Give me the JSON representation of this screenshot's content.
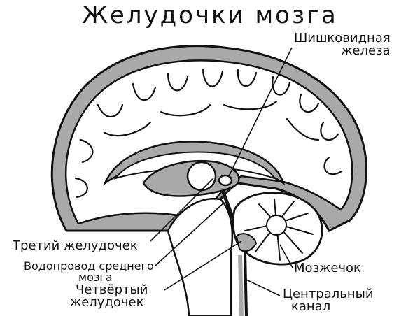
{
  "title": "Желудочки мозга",
  "labels": {
    "pineal": [
      "Шишковидная",
      "железа"
    ],
    "third_ventricle": "Третий желудочек",
    "aqueduct": [
      "Водопровод среднего",
      "мозга"
    ],
    "fourth_ventricle": [
      "Четвёртый",
      "желудочек"
    ],
    "cerebellum": "Мозжечок",
    "central_canal": [
      "Центральный",
      "канал"
    ]
  },
  "colors": {
    "csf_fill": "#a9a9a9",
    "tissue_fill": "#ffffff",
    "line": "#111111"
  }
}
